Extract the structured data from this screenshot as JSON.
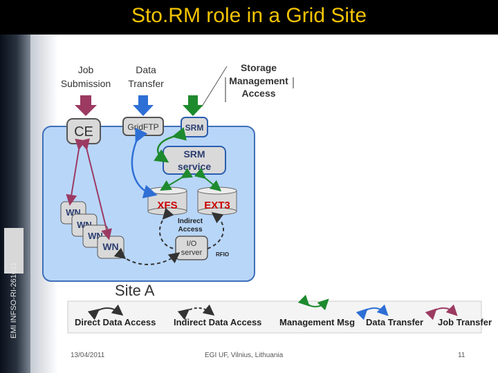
{
  "slide": {
    "title": "Sto.RM role in a Grid Site",
    "vertical_text": "EMI INFSO-RI-261611"
  },
  "diagram": {
    "inputs": {
      "job_submission": [
        "Job",
        "Submission"
      ],
      "data_transfer": [
        "Data",
        "Transfer"
      ],
      "storage_access": [
        "Storage",
        "Management",
        "Access"
      ]
    },
    "nodes": {
      "ce": "CE",
      "gridftp": "GridFTP",
      "srm": "SRM",
      "srm_service": [
        "SRM",
        "service"
      ],
      "xfs": "XFS",
      "ext3": "EXT3",
      "indirect_access": [
        "Indirect",
        "Access"
      ],
      "io_server": [
        "I/O",
        "server"
      ],
      "rfio": "RFIO",
      "wn": [
        "WN",
        "WN",
        "WN",
        "WN"
      ],
      "site": "Site A"
    },
    "colors": {
      "site_bg": "#b8d6f8",
      "site_border": "#3e6fb8",
      "job": "#9c3a62",
      "data": "#2e6fd6",
      "mgmt": "#1e8a2e",
      "direct": "#333333",
      "storage_red": "#cc0000"
    }
  },
  "legend": {
    "items": [
      "Direct Data Access",
      "Indirect Data Access",
      "Management Msg",
      "Data Transfer",
      "Job Transfer"
    ]
  },
  "footer": {
    "date": "13/04/2011",
    "event": "EGI UF, Vilnius, Lithuania",
    "page": "11"
  }
}
